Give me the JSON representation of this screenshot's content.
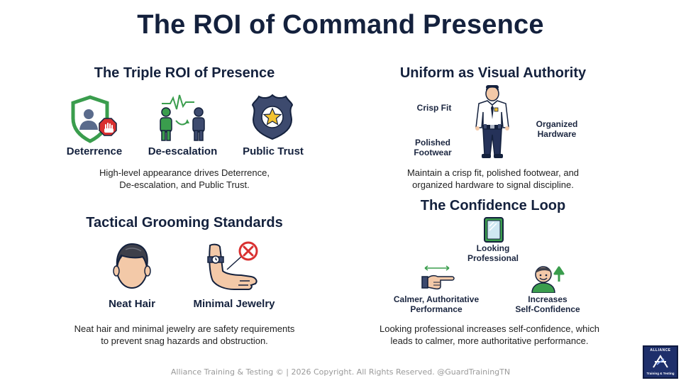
{
  "title": "The ROI of Command Presence",
  "triple_roi": {
    "heading": "The Triple ROI of Presence",
    "items": [
      {
        "label": "Deterrence",
        "icon": "shield-stop-icon"
      },
      {
        "label": "De-escalation",
        "icon": "two-people-heartbeat-icon"
      },
      {
        "label": "Public Trust",
        "icon": "police-badge-icon"
      }
    ],
    "description_line1": "High-level appearance drives Deterrence,",
    "description_line2": "De-escalation, and Public Trust."
  },
  "uniform": {
    "heading": "Uniform as Visual Authority",
    "labels": {
      "crisp_fit": "Crisp Fit",
      "polished_line1": "Polished",
      "polished_line2": "Footwear",
      "organized_line1": "Organized",
      "organized_line2": "Hardware"
    },
    "icon": "uniformed-officer-icon",
    "description_line1": "Maintain a crisp fit, polished footwear, and",
    "description_line2": "organized hardware to signal discipline."
  },
  "grooming": {
    "heading": "Tactical Grooming Standards",
    "items": [
      {
        "label": "Neat Hair",
        "icon": "head-neat-hair-icon"
      },
      {
        "label": "Minimal Jewelry",
        "icon": "arm-watch-no-jewelry-icon"
      }
    ],
    "description_line1": "Neat hair and minimal jewelry are safety requirements",
    "description_line2": "to prevent snag hazards and obstruction."
  },
  "confidence": {
    "heading": "The Confidence Loop",
    "nodes": {
      "looking_line1": "Looking",
      "looking_line2": "Professional",
      "calmer_line1": "Calmer, Authoritative",
      "calmer_line2": "Performance",
      "increases_line1": "Increases",
      "increases_line2": "Self-Confidence"
    },
    "description_line1": "Looking professional increases self-confidence, which",
    "description_line2": "leads to calmer, more authoritative performance."
  },
  "footer": "Alliance Training & Testing © | 2026 Copyright. All Rights Reserved. @GuardTrainingTN",
  "logo": {
    "top_text": "ALLIANCE",
    "bottom_text": "Training & Testing"
  },
  "colors": {
    "navy": "#14213d",
    "green": "#3a9d4d",
    "red": "#d93030",
    "badge": "#3d4a6e",
    "gold": "#f2c230"
  }
}
